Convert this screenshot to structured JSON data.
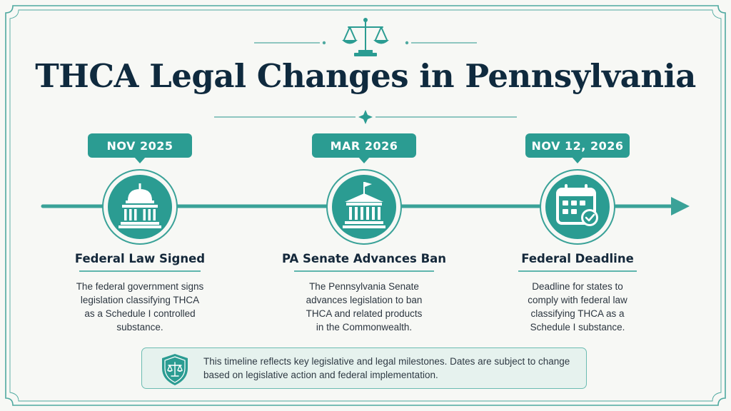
{
  "title": "THCA Legal Changes in Pennsylvania",
  "colors": {
    "accent": "#2b9c92",
    "accent_light": "#5fb6ad",
    "title": "#0f2a3e",
    "background": "#f7f8f5",
    "note_background": "#e6f2ee"
  },
  "crest_icon": "scales-of-justice-icon",
  "events": [
    {
      "date": "NOV 2025",
      "icon": "capitol-building-icon",
      "title": "Federal Law Signed",
      "description": [
        "The federal government signs",
        "legislation classifying THCA",
        "as a Schedule I controlled",
        "substance."
      ]
    },
    {
      "date": "MAR 2026",
      "icon": "state-capitol-flag-icon",
      "title": "PA Senate Advances Ban",
      "description": [
        "The Pennsylvania Senate",
        "advances legislation to ban",
        "THCA and related products",
        "in the Commonwealth."
      ]
    },
    {
      "date": "NOV 12, 2026",
      "icon": "calendar-check-icon",
      "title": "Federal Deadline",
      "description": [
        "Deadline for states to",
        "comply with federal law",
        "classifying THCA as a",
        "Schedule I substance."
      ]
    }
  ],
  "note": {
    "icon": "shield-scales-icon",
    "lines": [
      "This timeline reflects key legislative and legal milestones. Dates are subject to change",
      "based on legislative action and federal implementation."
    ]
  }
}
